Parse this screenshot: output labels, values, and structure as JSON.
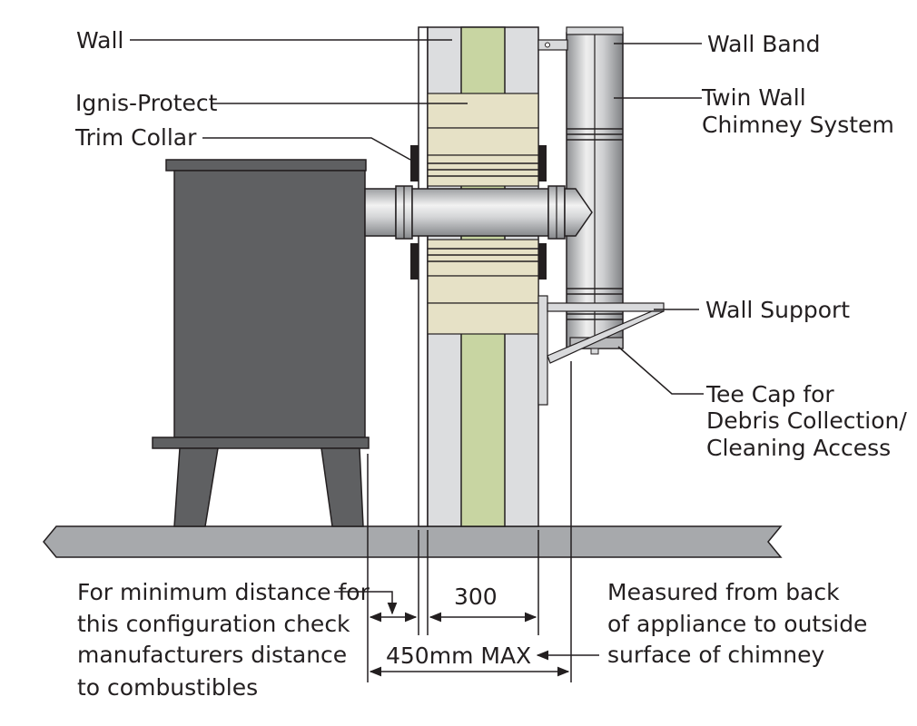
{
  "labels": {
    "wall": "Wall",
    "ignis_protect": "Ignis-Protect",
    "trim_collar": "Trim Collar",
    "wall_band": "Wall Band",
    "twin_wall_line1": "Twin Wall",
    "twin_wall_line2": "Chimney System",
    "wall_support": "Wall Support",
    "tee_cap_line1": "Tee Cap for",
    "tee_cap_line2": "Debris Collection/",
    "tee_cap_line3": "Cleaning Access"
  },
  "notes": {
    "min_distance_line1": "For minimum distance for",
    "min_distance_line2": "this configuration check",
    "min_distance_line3": "manufacturers distance",
    "min_distance_line4": "to combustibles",
    "measured_line1": "Measured from back",
    "measured_line2": "of appliance to outside",
    "measured_line3": "surface of chimney"
  },
  "dimensions": {
    "wall_thickness": "300",
    "max_distance": "450mm MAX"
  },
  "colors": {
    "stove": "#5f6062",
    "floor": "#a7a9ac",
    "wall": "#dcdddf",
    "insulation": "#c8d5a2",
    "ignis_board": "#e6e1c6",
    "pipe": "#c9cacc",
    "outline": "#231f20"
  }
}
